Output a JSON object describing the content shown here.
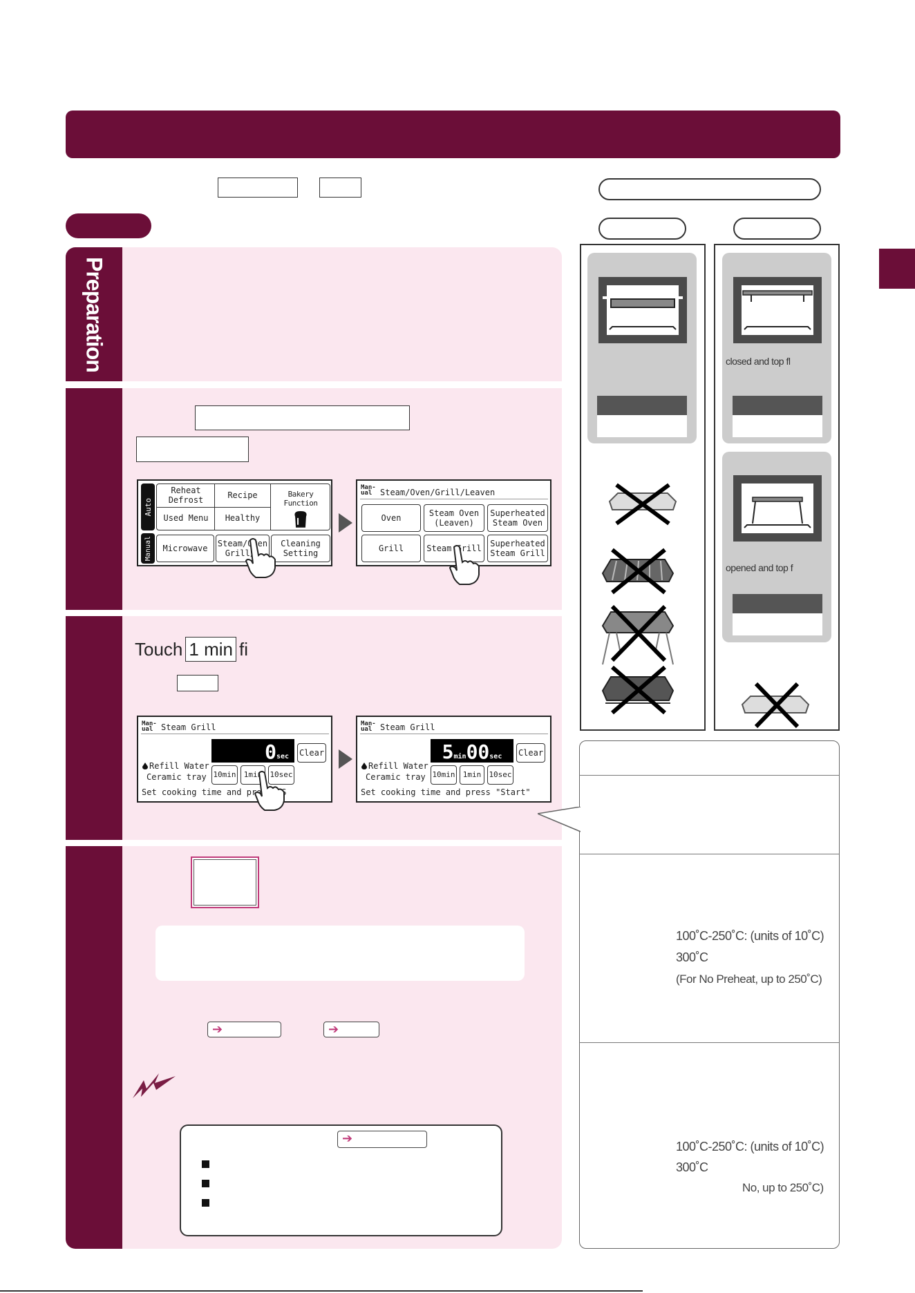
{
  "side": {
    "preparation_label": "Preparation"
  },
  "step2": {
    "screen1": {
      "auto_label": "Auto",
      "manual_label": "Manual",
      "reheat": "Reheat\nDefrost",
      "recipe": "Recipe",
      "bakery": "Bakery Function",
      "used_menu": "Used Menu",
      "healthy": "Healthy",
      "microwave": "Microwave",
      "steam_oven": "Steam/Oven\nGrill/L",
      "cleaning": "Cleaning\nSetting"
    },
    "screen2": {
      "manual_tag": "Man-\nual",
      "title": "Steam/Oven/Grill/Leaven",
      "oven": "Oven",
      "steam_oven_leaven": "Steam Oven\n(Leaven)",
      "superheated_steam_oven": "Superheated\nSteam Oven",
      "grill": "Grill",
      "steam_grill": "Steam Grill",
      "superheated_steam_grill": "Superheated\nSteam Grill"
    }
  },
  "step3": {
    "instruction_prefix": "Touch",
    "instruction_key": "1 min",
    "instruction_suffix": "fi",
    "screen1": {
      "manual_tag": "Man-\nual",
      "title": "Steam Grill",
      "time": "0",
      "time_unit": "sec",
      "clear": "Clear",
      "refill": "Refill Water",
      "ceramic": "Ceramic tray",
      "b10min": "10min",
      "b1min": "1min",
      "b10sec": "10sec",
      "footer": "Set cooking time and press \"S"
    },
    "screen2": {
      "manual_tag": "Man-\nual",
      "title": "Steam Grill",
      "time_min": "5",
      "min_unit": "min",
      "time_sec": "00",
      "sec_unit": "sec",
      "clear": "Clear",
      "refill": "Refill Water",
      "ceramic": "Ceramic tray",
      "b10min": "10min",
      "b1min": "1min",
      "b10sec": "10sec",
      "footer": "Set cooking time and press \"Start\""
    }
  },
  "right": {
    "col2_caption1": "closed and top fl",
    "col2_caption2": "opened and top f",
    "temp1_line1": "100˚C-250˚C: (units of 10˚C)",
    "temp1_line2": "300˚C",
    "temp1_line3": "(For No Preheat, up to 250˚C)",
    "temp2_line1": "100˚C-250˚C: (units of 10˚C)",
    "temp2_line2": "300˚C",
    "temp2_line3": "No, up to 250˚C)"
  },
  "colors": {
    "maroon": "#6b0e38",
    "pink": "#fbe7ef",
    "accent_arrow": "#c03a7a"
  }
}
